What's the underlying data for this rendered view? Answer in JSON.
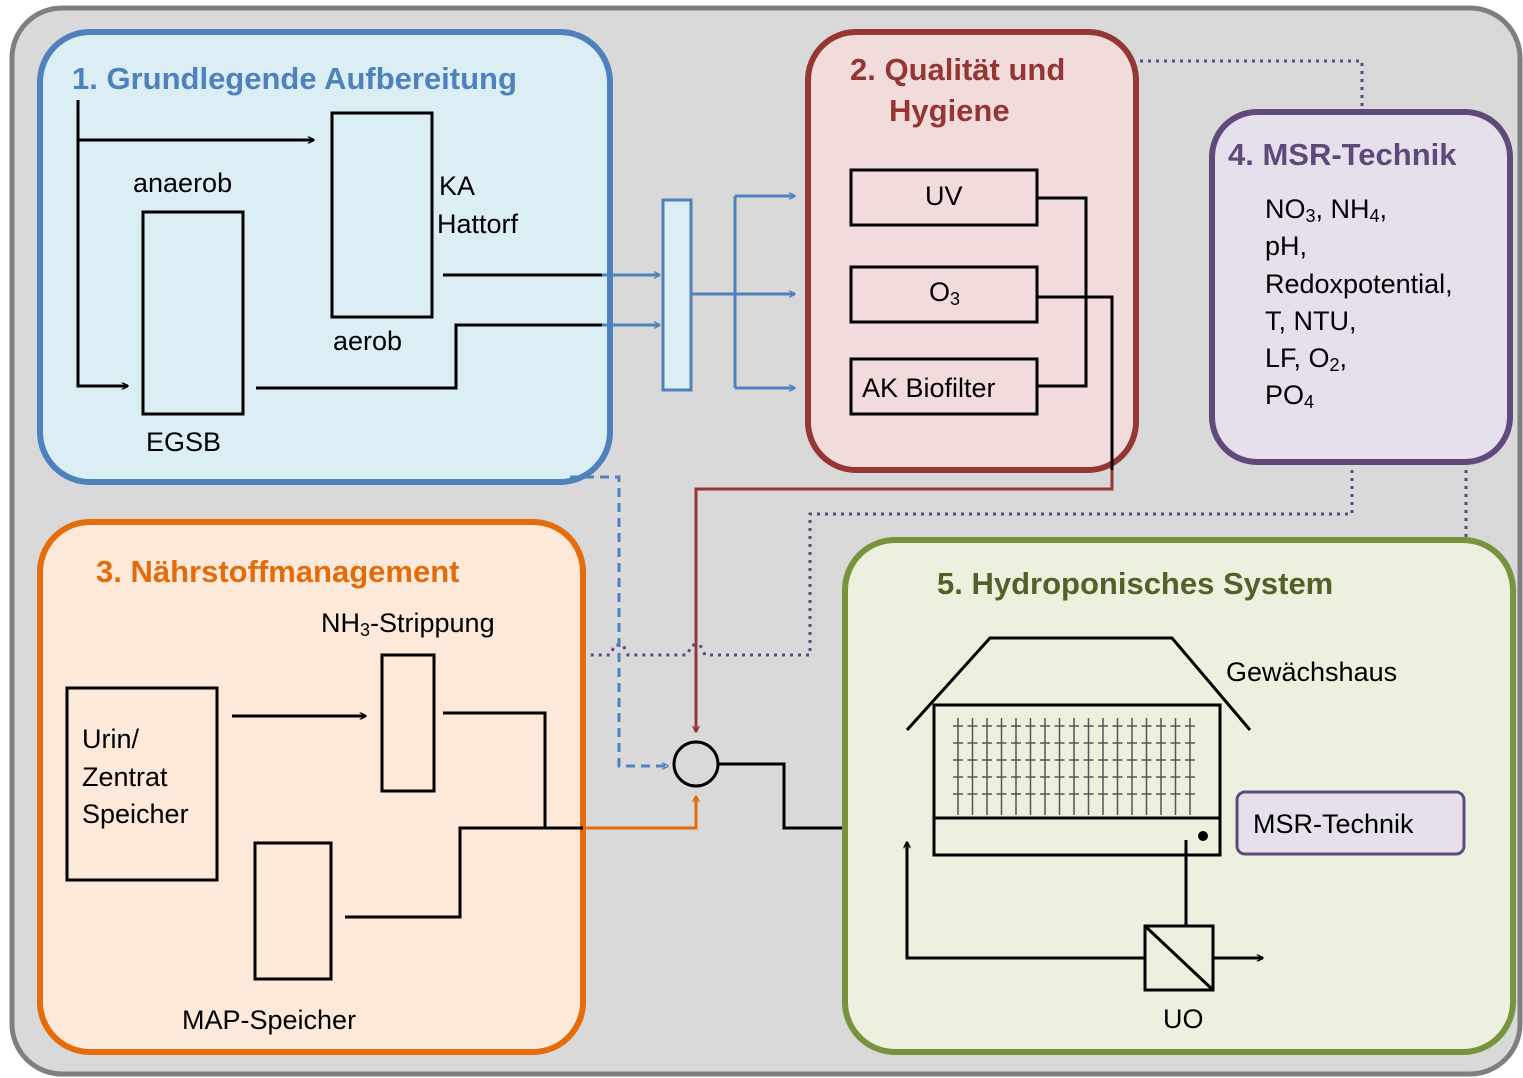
{
  "colors": {
    "outer_bg": "#d9d9d9",
    "outer_border": "#7f7f7f",
    "box1_fill": "#dbeef4",
    "box1_border": "#4f81bd",
    "box2_fill": "#f2dcdb",
    "box2_border": "#953735",
    "box3_fill": "#fde9d9",
    "box3_border": "#e46c0a",
    "box4_fill": "#e5e0ec",
    "box4_border": "#604a7b",
    "box5_fill": "#ebf1de",
    "box5_border": "#77933c"
  },
  "box1": {
    "title": "1. Grundlegende Aufbereitung",
    "anaerob": "anaerob",
    "aerob": "aerob",
    "ka_line1": "KA",
    "ka_line2": "Hattorf",
    "egsb": "EGSB"
  },
  "box2": {
    "title_line1": "2. Qualität  und",
    "title_line2": "Hygiene",
    "uv": "UV",
    "o3": "O",
    "o3_sub": "3",
    "ak": "AK Biofilter"
  },
  "box3": {
    "title": "3. Nährstoffmanagement",
    "nh3_a": "NH",
    "nh3_sub": "3",
    "nh3_b": "-Strippung",
    "urin_line1": "Urin/",
    "urin_line2": "Zentrat",
    "urin_line3": "Speicher",
    "map": "MAP-Speicher"
  },
  "box4": {
    "title": "4. MSR-Technik",
    "l1_no": "NO",
    "l1_no_sub": "3",
    "l1_nh": ", NH",
    "l1_nh_sub": "4",
    "l1_end": ",",
    "l2": "pH,",
    "l3": "Redoxpotential,",
    "l4": "T, NTU,",
    "l5_a": "LF, O",
    "l5_sub": "2",
    "l5_end": ",",
    "l6_a": "PO",
    "l6_sub": "4"
  },
  "box5": {
    "title": "5. Hydroponisches  System",
    "greenhouse": "Gewächshaus",
    "msr": "MSR-Technik",
    "uo": "UO"
  }
}
